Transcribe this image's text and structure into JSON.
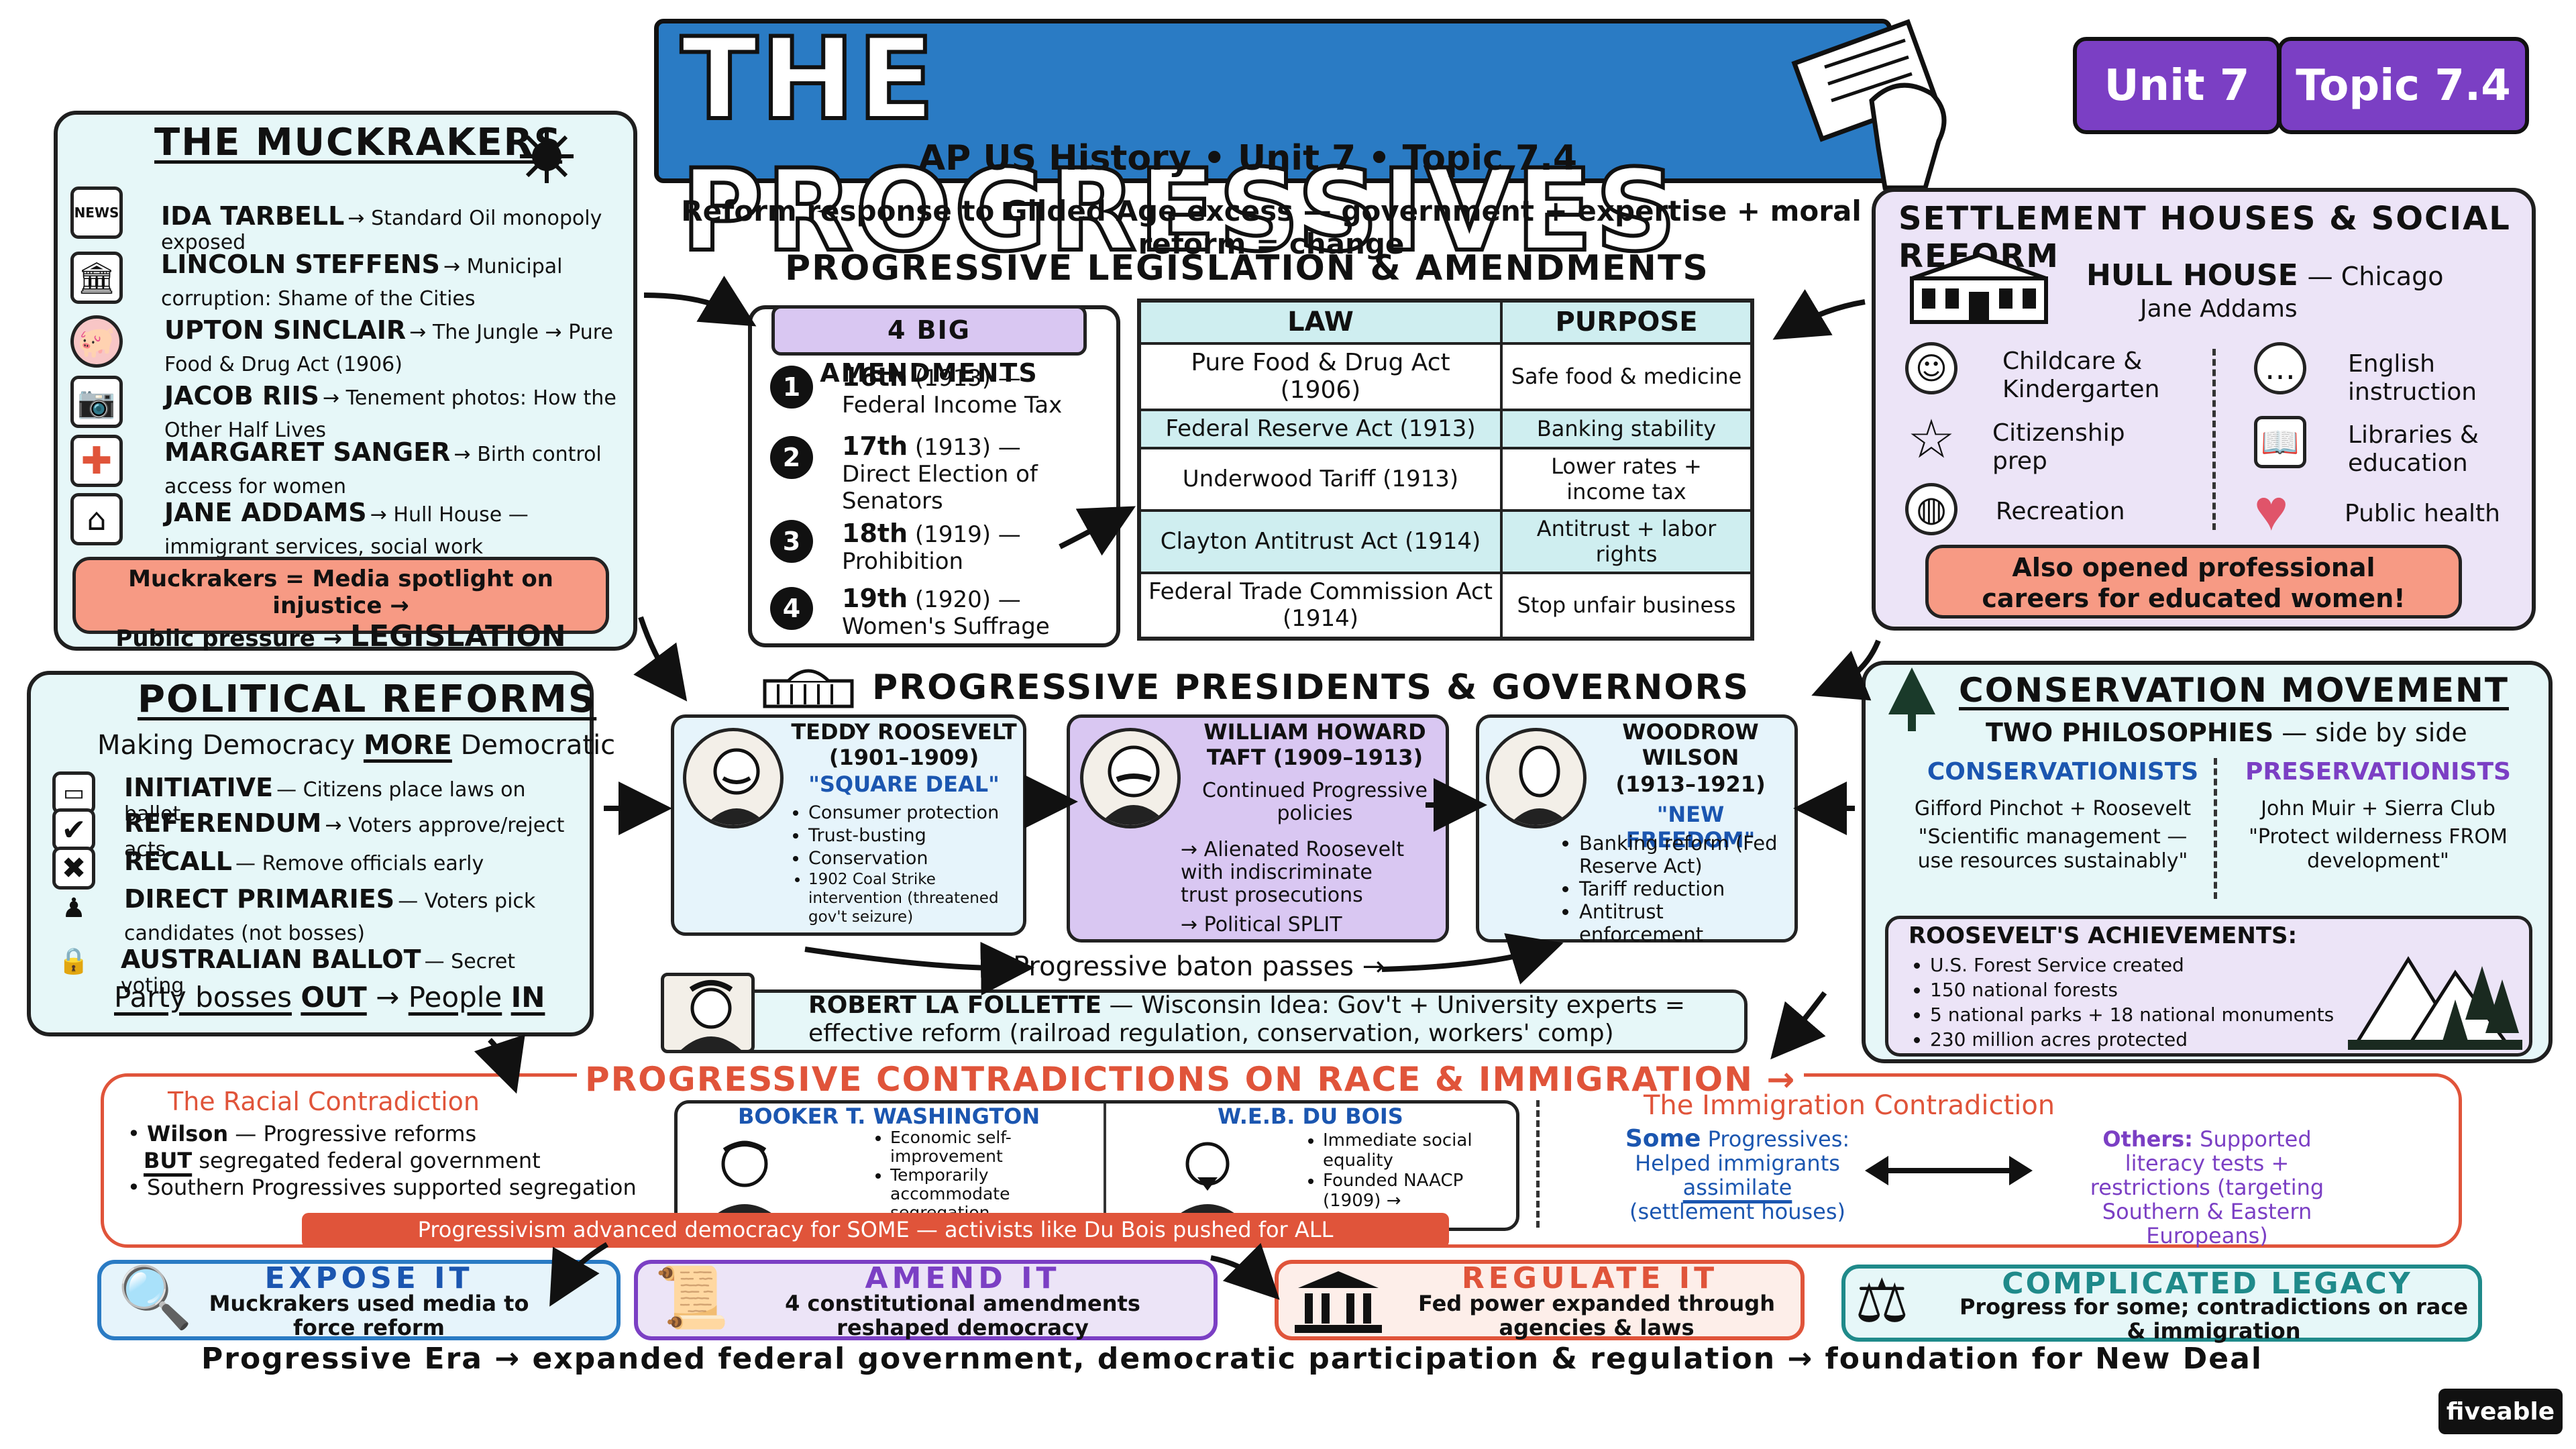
{
  "header": {
    "title": "THE PROGRESSIVES",
    "subtitle": "AP US History • Unit 7 • Topic 7.4",
    "unit_badge": "Unit 7",
    "topic_badge": "Topic 7.4",
    "tagline": "Reform response to Gilded Age excess — government + expertise + moral reform = change"
  },
  "muckrakers": {
    "title": "THE MUCKRAKERS",
    "items": [
      {
        "name": "IDA TARBELL",
        "desc": "→ Standard Oil monopoly exposed",
        "icon": "newspaper-icon",
        "icon_label": "NEWS"
      },
      {
        "name": "LINCOLN STEFFENS",
        "desc": "→ Municipal corruption: Shame of the Cities",
        "icon": "city-hall-icon"
      },
      {
        "name": "UPTON SINCLAIR",
        "desc": "→ The Jungle → Pure Food & Drug Act (1906)",
        "icon": "pig-icon"
      },
      {
        "name": "JACOB RIIS",
        "desc": "→ Tenement photos: How the Other Half Lives",
        "icon": "camera-icon"
      },
      {
        "name": "MARGARET SANGER",
        "desc": "→ Birth control access for women",
        "icon": "medical-cross-icon"
      },
      {
        "name": "JANE ADDAMS",
        "desc": "→ Hull House — immigrant services, social work",
        "icon": "house-icon"
      }
    ],
    "callout_line1": "Muckrakers = Media spotlight on injustice →",
    "callout_line2a": "Public pressure →",
    "callout_line2b": "LEGISLATION"
  },
  "legislation": {
    "title": "PROGRESSIVE LEGISLATION & AMENDMENTS",
    "amendments_title": "4 BIG AMENDMENTS",
    "amendments": [
      {
        "num": "1",
        "name": "16th",
        "year": "(1913) —",
        "desc": "Federal Income Tax"
      },
      {
        "num": "2",
        "name": "17th",
        "year": "(1913) —",
        "desc": "Direct Election of Senators"
      },
      {
        "num": "3",
        "name": "18th",
        "year": "(1919) —",
        "desc": "Prohibition"
      },
      {
        "num": "4",
        "name": "19th",
        "year": "(1920) —",
        "desc": "Women's Suffrage"
      }
    ],
    "table_headers": [
      "LAW",
      "PURPOSE"
    ],
    "table_rows": [
      {
        "law": "Pure Food & Drug Act (1906)",
        "purpose": "Safe food & medicine"
      },
      {
        "law": "Federal Reserve Act (1913)",
        "purpose": "Banking stability"
      },
      {
        "law": "Underwood Tariff (1913)",
        "purpose": "Lower rates + income tax"
      },
      {
        "law": "Clayton Antitrust Act (1914)",
        "purpose": "Antitrust + labor rights"
      },
      {
        "law": "Federal Trade Commission Act (1914)",
        "purpose": "Stop unfair business"
      }
    ]
  },
  "settlement": {
    "title": "SETTLEMENT HOUSES & SOCIAL REFORM",
    "hull_house": "HULL HOUSE",
    "hull_loc": "— Chicago",
    "founder": "Jane Addams",
    "services": [
      {
        "label": "Childcare & Kindergarten",
        "icon": "baby-icon"
      },
      {
        "label": "English instruction",
        "icon": "speech-bubble-icon"
      },
      {
        "label": "Citizenship prep",
        "icon": "star-icon"
      },
      {
        "label": "Libraries & education",
        "icon": "book-icon"
      },
      {
        "label": "Recreation",
        "icon": "basketball-icon"
      },
      {
        "label": "Public health",
        "icon": "heart-icon"
      }
    ],
    "callout": "Also opened professional careers for educated women!"
  },
  "political": {
    "title": "POLITICAL REFORMS",
    "subtitle_a": "Making Democracy ",
    "subtitle_b": "MORE",
    "subtitle_c": " Democratic",
    "items": [
      {
        "name": "INITIATIVE",
        "desc": "— Citizens place laws on ballot",
        "icon": "ballot-box-icon"
      },
      {
        "name": "REFERENDUM",
        "desc": "→ Voters approve/reject acts",
        "icon": "checkbox-icon"
      },
      {
        "name": "RECALL",
        "desc": "— Remove officials early",
        "icon": "x-box-icon"
      },
      {
        "name": "DIRECT PRIMARIES",
        "desc": "— Voters pick candidates (not bosses)",
        "icon": "voter-icon"
      },
      {
        "name": "AUSTRALIAN BALLOT",
        "desc": "— Secret voting",
        "icon": "lock-icon"
      }
    ],
    "footer_a": "Party bosses",
    "footer_b": "OUT",
    "footer_c": "→",
    "footer_d": "People",
    "footer_e": "IN"
  },
  "presidents": {
    "title": "PROGRESSIVE PRESIDENTS & GOVERNORS",
    "tr": {
      "name": "TEDDY ROOSEVELT",
      "years": "(1901–1909)",
      "slogan": "\"SQUARE DEAL\"",
      "points": [
        "Consumer protection",
        "Trust-busting",
        "Conservation",
        "1902 Coal Strike intervention (threatened gov't seizure)"
      ]
    },
    "taft": {
      "name": "WILLIAM HOWARD TAFT (1909–1913)",
      "line1": "Continued Progressive policies",
      "line2": "→ Alienated Roosevelt with indiscriminate trust prosecutions",
      "line3": "→ Political SPLIT"
    },
    "wilson": {
      "name": "WOODROW WILSON",
      "years": "(1913–1921)",
      "slogan": "\"NEW FREEDOM\"",
      "points": [
        "Banking reform (Fed Reserve Act)",
        "Tariff reduction",
        "Antitrust enforcement"
      ]
    },
    "baton": "Progressive baton passes →",
    "lafollette_name": "ROBERT LA FOLLETTE",
    "lafollette_desc": "— Wisconsin Idea: Gov't + University experts = effective reform (railroad regulation, conservation, workers' comp)"
  },
  "conservation": {
    "title": "CONSERVATION MOVEMENT",
    "two_a": "TWO PHILOSOPHIES",
    "two_b": "— side by side",
    "col1_head": "CONSERVATIONISTS",
    "col1_who": "Gifford Pinchot + Roosevelt",
    "col1_quote": "\"Scientific management — use resources sustainably\"",
    "col2_head": "PRESERVATIONISTS",
    "col2_who": "John Muir + Sierra Club",
    "col2_quote": "\"Protect wilderness FROM development\"",
    "ach_title": "ROOSEVELT'S ACHIEVEMENTS:",
    "ach": [
      "U.S. Forest Service created",
      "150 national forests",
      "5 national parks + 18 national monuments",
      "230 million acres protected"
    ]
  },
  "contradictions": {
    "title": "PROGRESSIVE CONTRADICTIONS ON RACE & IMMIGRATION →",
    "racial_title": "The Racial Contradiction",
    "racial_1a": "Wilson",
    "racial_1b": "— Progressive reforms",
    "racial_2a": "BUT",
    "racial_2b": "segregated federal government",
    "racial_3": "Southern Progressives supported segregation",
    "btw_name": "BOOKER T. WASHINGTON",
    "btw_points": [
      "Economic self-improvement",
      "Temporarily accommodate segregation"
    ],
    "dubois_name": "W.E.B. DU BOIS",
    "dubois_points": [
      "Immediate social equality",
      "Founded NAACP (1909) →"
    ],
    "banner": "Progressivism advanced democracy for SOME — activists like Du Bois pushed for ALL",
    "imm_title": "The Immigration Contradiction",
    "imm_some_a": "Some",
    "imm_some_b": "Progressives:",
    "imm_some_c": "Helped immigrants",
    "imm_some_d": "assimilate",
    "imm_some_e": "(settlement houses)",
    "imm_others_a": "Others:",
    "imm_others_b": "Supported literacy tests + restrictions (targeting Southern & Eastern Europeans)"
  },
  "bottom": {
    "expose_title": "EXPOSE IT",
    "expose_sub": "Muckrakers used media to force reform",
    "amend_title": "AMEND IT",
    "amend_sub": "4 constitutional amendments reshaped democracy",
    "regulate_title": "REGULATE IT",
    "regulate_sub": "Fed power expanded through agencies & laws",
    "legacy_title": "COMPLICATED LEGACY",
    "legacy_sub": "Progress for some; contradictions on race & immigration",
    "summary": "Progressive Era → expanded federal government, democratic participation & regulation → foundation for New Deal"
  },
  "brand": "fiveable",
  "colors": {
    "blue": "#2a7bc4",
    "purple": "#7b3fc4",
    "cyan": "#e6f7f8",
    "lavender": "#ece4f7",
    "salmon": "#f79a84",
    "red": "#e0543a",
    "teal": "#1f8a8a",
    "navy": "#1b3f8f"
  }
}
